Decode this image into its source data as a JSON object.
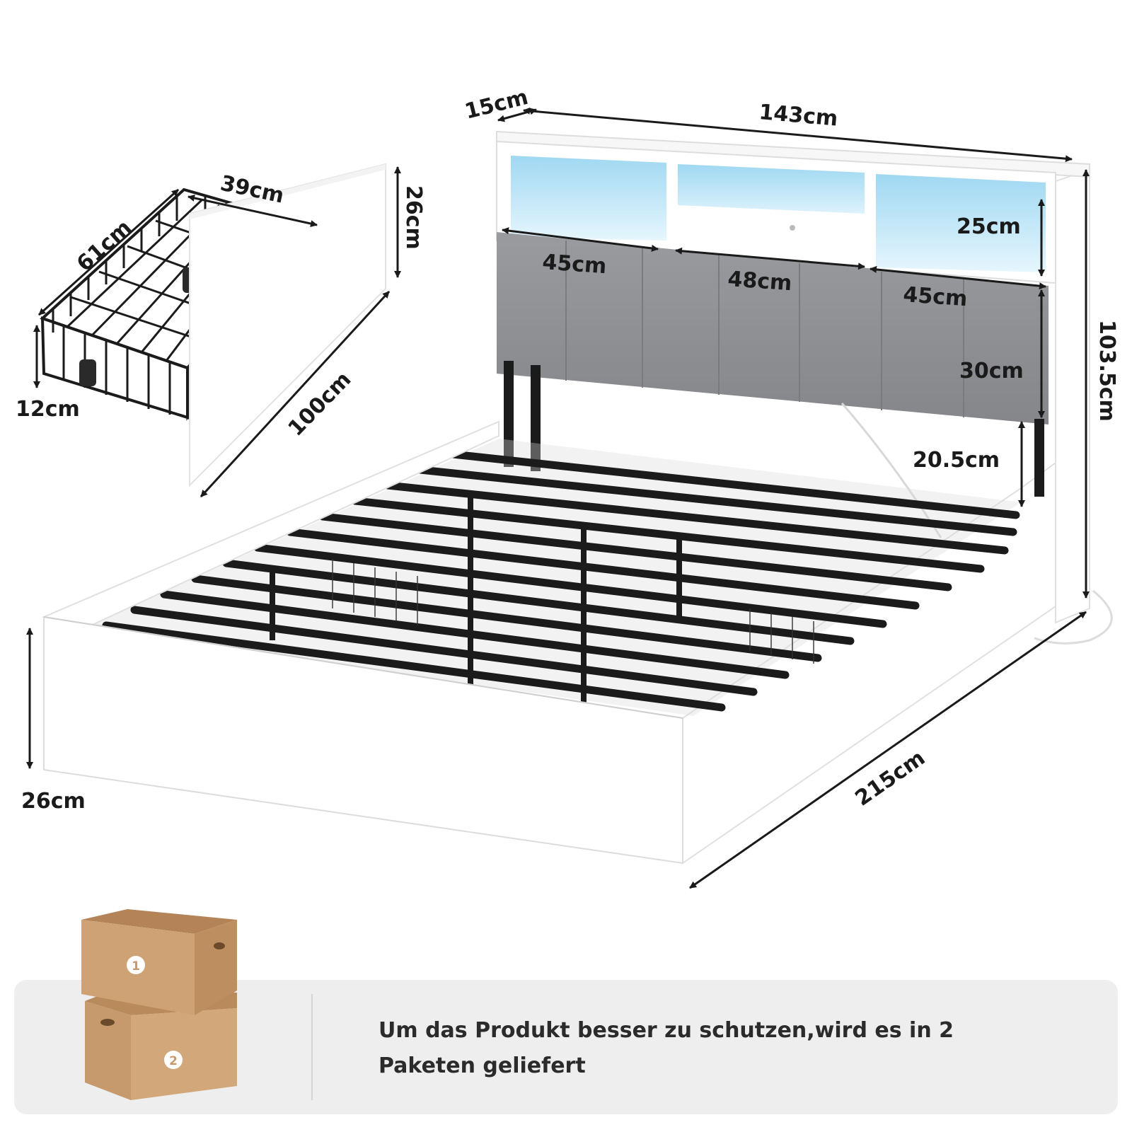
{
  "dimensions": {
    "shelf_depth": "15cm",
    "headboard_width": "143cm",
    "headboard_height": "103.5cm",
    "shelf_height": "25cm",
    "panel_left_width": "45cm",
    "panel_middle_width": "48cm",
    "panel_right_width": "45cm",
    "panel_height": "30cm",
    "leg_clearance": "20.5cm",
    "frame_height": "26cm",
    "frame_length": "215cm",
    "drawer_width": "39cm",
    "drawer_depth": "61cm",
    "drawer_height": "12cm",
    "drawer_front_height": "26cm",
    "drawer_front_length": "100cm"
  },
  "packages": {
    "box_1_label": "1",
    "box_2_label": "2",
    "note": "Um das Produkt besser zu schutzen,wird es in 2 Paketen geliefert"
  },
  "colors": {
    "frame_white": "#ffffff",
    "metal_black": "#1b1b1b",
    "fabric_grey": "#8e8f92",
    "led_blue": "#bfe6f7",
    "cardboard": "#c89a6a",
    "panel_bg": "#eeeeee"
  }
}
